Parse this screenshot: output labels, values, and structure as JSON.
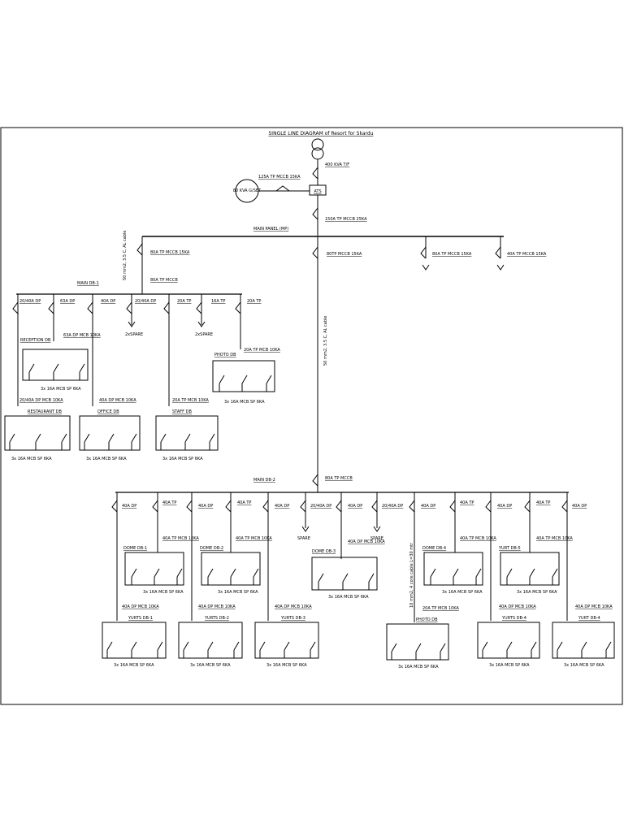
{
  "diagram": {
    "title": "SINGLE LINE DIAGRAM of Resort for Skardu",
    "transformer": {
      "label": "400 KVA T/F"
    },
    "generator": {
      "label": "80 KVA G/SET"
    },
    "gen_breaker": {
      "label": "125A TP MCCB 15KA"
    },
    "ats": {
      "label": "ATS"
    },
    "incomer": {
      "label": "150A TP MCCB 25KA"
    },
    "main_panel": {
      "label": "MAIN PANEL (MP)"
    },
    "feeders": {
      "db1": "80A TP MCCB 15KA",
      "db2": "80TP MCCB 15KA",
      "f3": "80A TP MCCB 15KA",
      "f4": "40A TP MCCB 15KA"
    },
    "cables": {
      "c1": "50 mm2, 3.5 C, AL cable",
      "c2": "50 mm2, 3.5 C, AL cable",
      "c3": "10 mm2, 4 core cable L=30 mtr"
    },
    "main_db1": {
      "label": "MAIN DB-1",
      "incomer": "80A TP MCCB",
      "breakers": [
        "20/40A DP",
        "63A DP",
        "40A DP",
        "20/40A DP",
        "20A TP",
        "16A TP",
        "20A TP"
      ],
      "spare1": "2xSPARE",
      "spare2": "2xSPARE",
      "reception": "RECEPTION DB",
      "reception_breaker": "63A DP MCB 10KA",
      "photo": "PHOTO DB",
      "photo_breaker": "20A TP MCB 10KA",
      "restaurant": "RESTAURANT DB",
      "restaurant_breaker": "20/40A DP MCB 10KA",
      "office": "OFFICE DB",
      "office_breaker": "40A DP MCB 10KA",
      "staff": "STAFF DB",
      "staff_breaker": "20A TP MCB 10KA"
    },
    "main_db2": {
      "label": "MAIN DB-2",
      "incomer": "80A TP MCCB",
      "breakers": [
        "40A DP",
        "40A TP",
        "40A DP",
        "40A TP",
        "40A DP",
        "20/40A DP",
        "40A DP",
        "20/40A DP",
        "40A DP",
        "40A TP",
        "40A DP",
        "40A TP",
        "40A DP"
      ],
      "spare1": "SPARE",
      "spare2": "SPARE",
      "dome_dbs": [
        "DOME DB-1",
        "DOME DB-2",
        "DOME DB-3",
        "DOME DB-4",
        "YURT DB-5"
      ],
      "dome_breakers": [
        "40A TP MCB 10KA",
        "40A TP MCB 10KA",
        "40A DP MCB 10KA",
        "40A TP MCB 10KA",
        "40A TP MCB 10KA"
      ],
      "yurt_dbs": [
        "YURTS DB-1",
        "YURTS DB-2",
        "YURTS DB-3",
        "PHOTO DB",
        "YURTS DB-4",
        "YURT DB-4"
      ],
      "yurt_breakers": [
        "40A DP MCB 10KA",
        "40A DP MCB 10KA",
        "40A DP MCB 10KA",
        "20A TP MCB 10KA",
        "40A DP MCB 10KA",
        "40A DP MCB 10KA"
      ]
    },
    "outgoing_note": "3x 16A MCB SP 6KA"
  }
}
